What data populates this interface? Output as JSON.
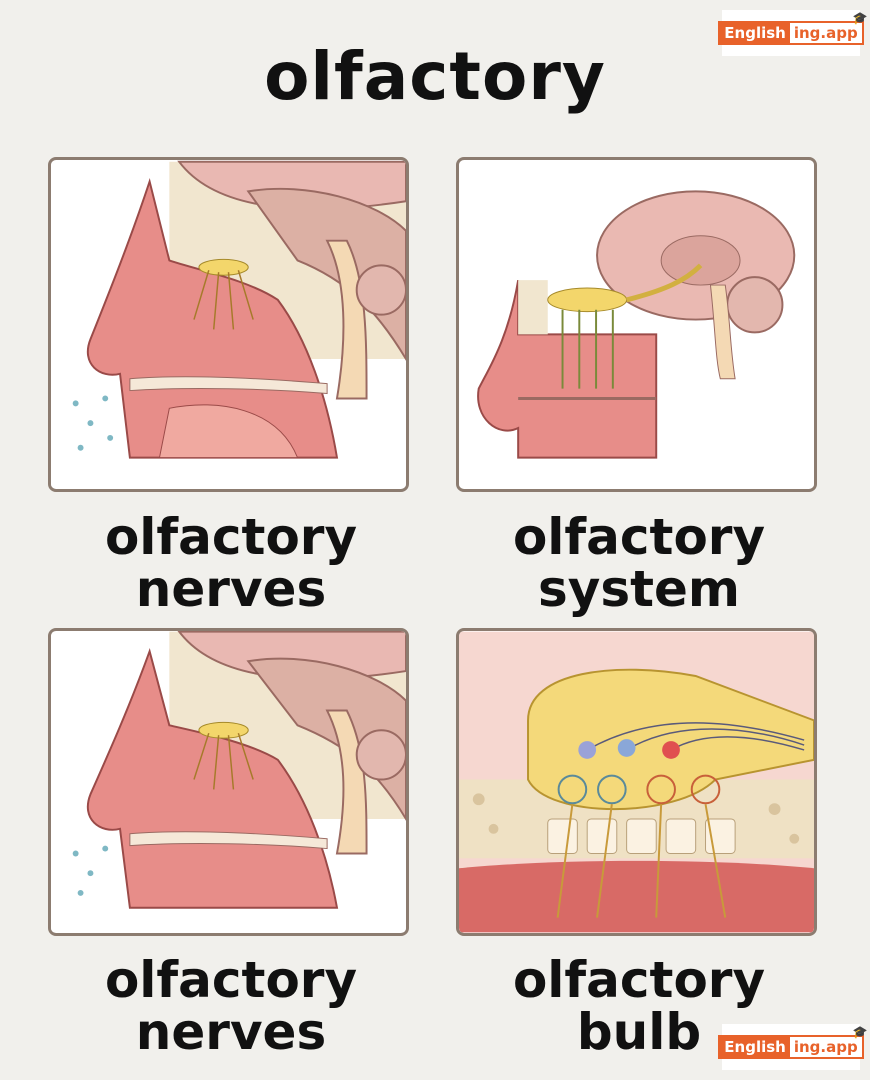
{
  "title": "olfactory",
  "logo": {
    "left": "English",
    "right": "ing.app"
  },
  "cards": [
    {
      "line1": "olfactory",
      "line2": "nerves",
      "image": "nasal-cavity-cross-section"
    },
    {
      "line1": "olfactory",
      "line2": "system",
      "image": "brain-olfactory-pathway"
    },
    {
      "line1": "olfactory",
      "line2": "nerves",
      "image": "nasal-cavity-cross-section"
    },
    {
      "line1": "olfactory",
      "line2": "bulb",
      "image": "olfactory-bulb-closeup"
    }
  ],
  "colors": {
    "background": "#f1f0ec",
    "accent": "#e8622a",
    "border": "#8c7c70"
  }
}
